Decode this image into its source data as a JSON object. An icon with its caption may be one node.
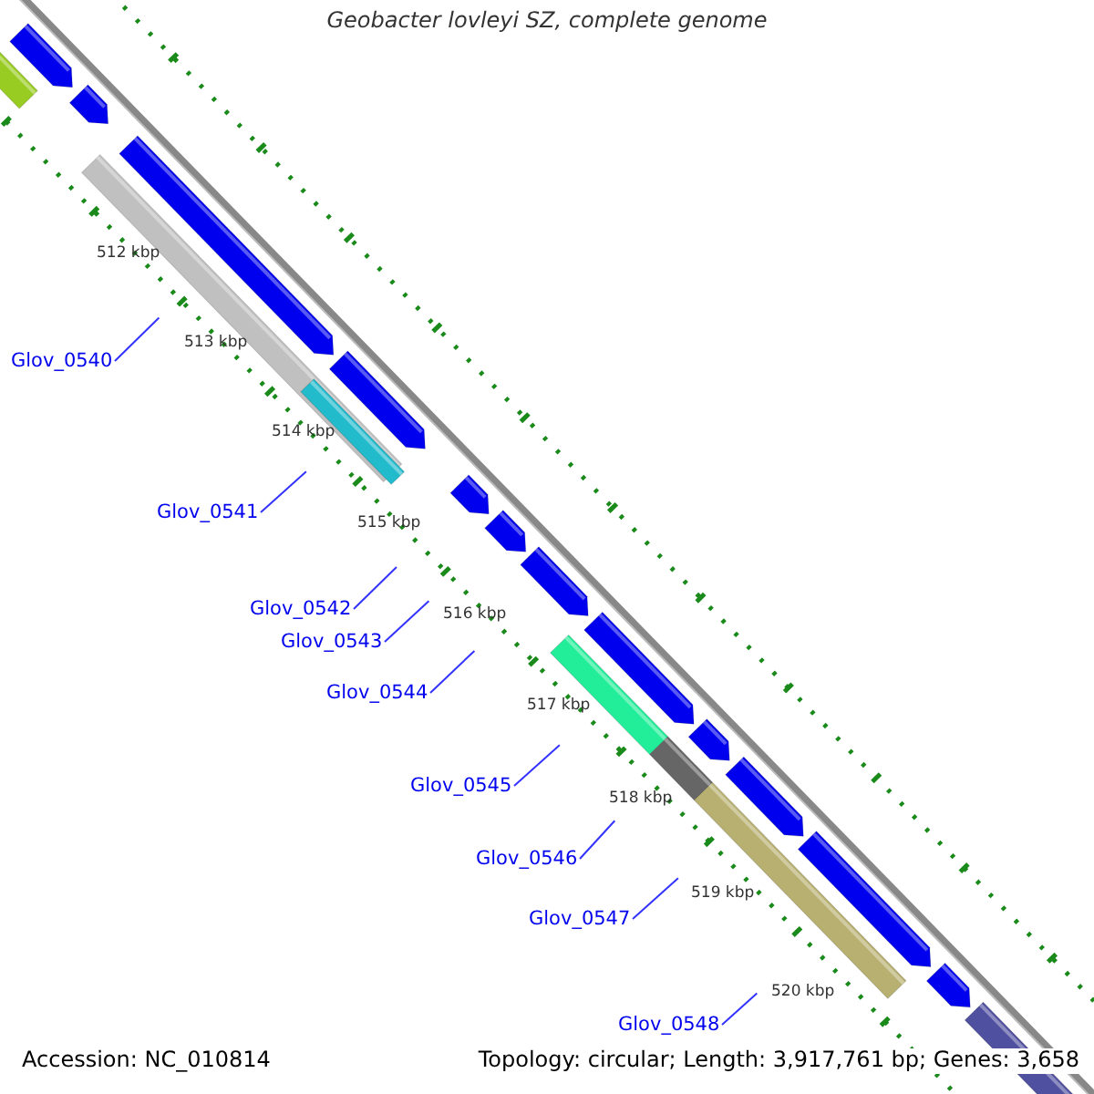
{
  "diagram": {
    "title": "Geobacter lovleyi SZ, complete genome",
    "nodes": [
      {
        "text": [
          "Glov_0540"
        ]
      },
      {
        "text": [
          "Glov_0541"
        ]
      },
      {
        "text": [
          "Glov_0542"
        ]
      },
      {
        "text": [
          "Glov_0543"
        ]
      },
      {
        "text": [
          "Glov_0544"
        ]
      },
      {
        "text": [
          "Glov_0545"
        ]
      },
      {
        "text": [
          "Glov_0546"
        ]
      },
      {
        "text": [
          "Glov_0547"
        ]
      },
      {
        "text": [
          "Glov_0548"
        ]
      }
    ],
    "edges": [
      {
        "from": 0,
        "to": null,
        "arrow": "none"
      },
      {
        "from": 1,
        "to": null,
        "arrow": "none"
      },
      {
        "from": 2,
        "to": null,
        "arrow": "none"
      },
      {
        "from": 3,
        "to": null,
        "arrow": "none"
      },
      {
        "from": 4,
        "to": null,
        "arrow": "none"
      },
      {
        "from": 5,
        "to": null,
        "arrow": "none"
      },
      {
        "from": 6,
        "to": null,
        "arrow": "none"
      },
      {
        "from": 7,
        "to": null,
        "arrow": "none"
      },
      {
        "from": 8,
        "to": null,
        "arrow": "none"
      }
    ],
    "labels": [
      "512 kbp",
      "513 kbp",
      "514 kbp",
      "515 kbp",
      "516 kbp",
      "517 kbp",
      "518 kbp",
      "519 kbp",
      "520 kbp",
      "Accession: NC_010814",
      "Topology: circular; Length: 3,917,761 bp; Genes: 3,658"
    ]
  }
}
